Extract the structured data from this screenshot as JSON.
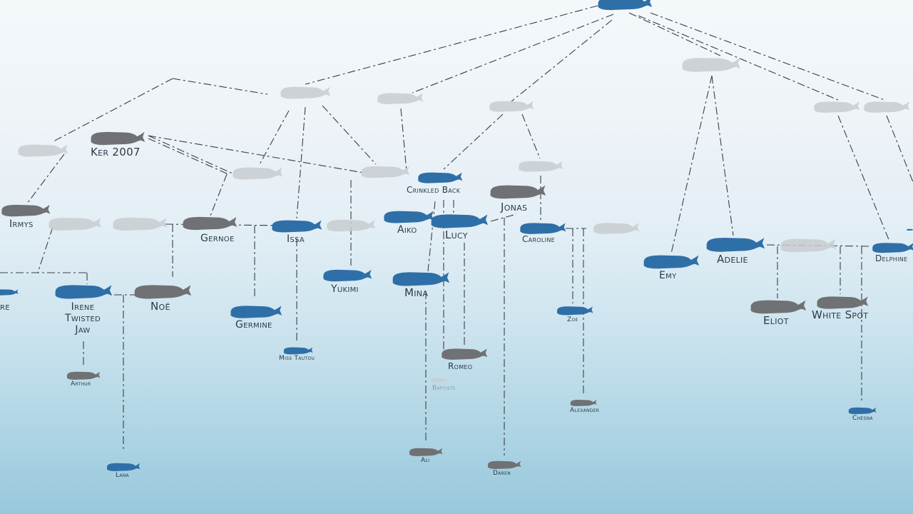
{
  "colors": {
    "blue": "#2f6fa7",
    "grey": "#6f7174",
    "ghost": "#c9cdd1",
    "line": "#3a3f45"
  },
  "labels": {
    "ker": "Ker 2007",
    "irmys": "Irmys",
    "gernoe": "Gernoe",
    "issa": "Issa",
    "crinkled_back": "Crinkled Back",
    "jonas": "Jonas",
    "aiko": "Aiko",
    "lucy": "Lucy",
    "caroline": "Caroline",
    "adelie": "Adelie",
    "emy": "Emy",
    "delphine": "Delphine",
    "re": "re",
    "irene": "Irene\nTwisted\nJaw",
    "noe": "Noë",
    "germine": "Germine",
    "yukimi": "Yukimi",
    "mina": "Mina",
    "zoe": "Zoe",
    "eliot": "Eliot",
    "white_spot": "White Spot",
    "arthur": "Arthur",
    "miss_tautou": "Miss Tautou",
    "romeo": "Romeo",
    "baptiste": "Baptiste",
    "alexander": "Alexander",
    "chesna": "Chesna",
    "lana": "Lana",
    "ali": "Ali",
    "daren": "Daren"
  }
}
